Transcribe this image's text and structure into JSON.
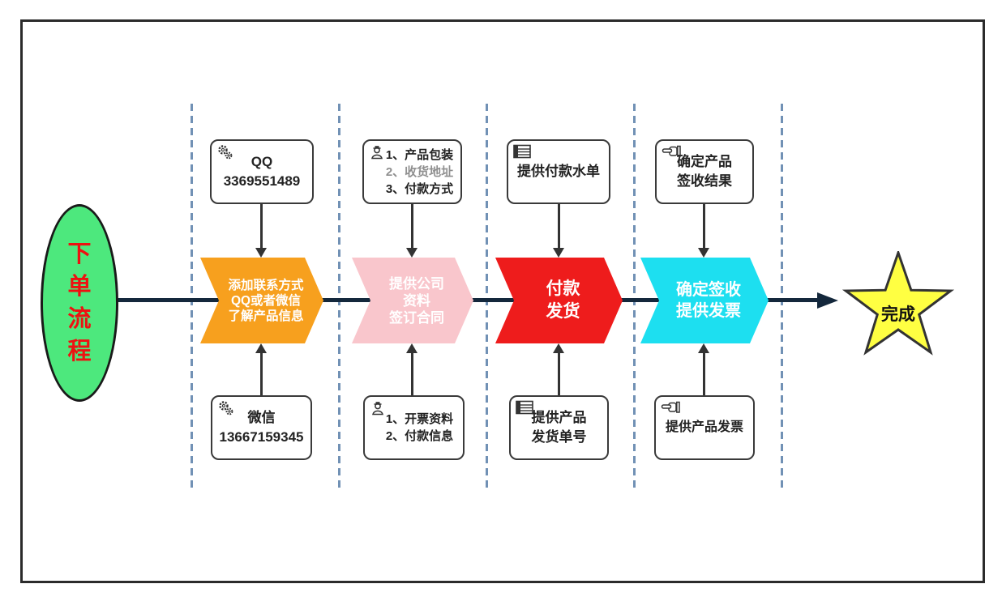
{
  "start": {
    "label": "下单流程"
  },
  "finish": {
    "label": "完成"
  },
  "colors": {
    "stage1": "#f7a01e",
    "stage2": "#f9c6cc",
    "stage3": "#ee1c1c",
    "stage4": "#1ddff0",
    "start_fill": "#4de87d",
    "start_text": "#ee1111",
    "finish_fill": "#ffff42",
    "flow_line": "#14283c",
    "divider": "#7191b5"
  },
  "stages": [
    {
      "chevron_lines": [
        "添加联系方式",
        "QQ或者微信",
        "了解产品信息"
      ],
      "top_note": {
        "icon": "gears-icon",
        "lines": [
          "QQ",
          "3369551489"
        ]
      },
      "bottom_note": {
        "icon": "gears-icon",
        "lines": [
          "微信",
          "13667159345"
        ]
      }
    },
    {
      "chevron_lines": [
        "提供公司",
        "资料",
        "签订合同"
      ],
      "top_note": {
        "icon": "courier-icon",
        "lines": [
          "1、产品包装",
          "2、收货地址",
          "3、付款方式"
        ]
      },
      "bottom_note": {
        "icon": "courier-icon",
        "lines": [
          "1、开票资料",
          "2、付款信息"
        ]
      }
    },
    {
      "chevron_lines": [
        "付款",
        "发货"
      ],
      "top_note": {
        "icon": "table-icon",
        "lines": [
          "提供付款水单"
        ]
      },
      "bottom_note": {
        "icon": "table-icon",
        "lines": [
          "提供产品",
          "发货单号"
        ]
      }
    },
    {
      "chevron_lines": [
        "确定签收",
        "提供发票"
      ],
      "top_note": {
        "icon": "hand-icon",
        "lines": [
          "确定产品",
          "签收结果"
        ]
      },
      "bottom_note": {
        "icon": "hand-icon",
        "lines": [
          "提供产品发票"
        ]
      }
    }
  ]
}
